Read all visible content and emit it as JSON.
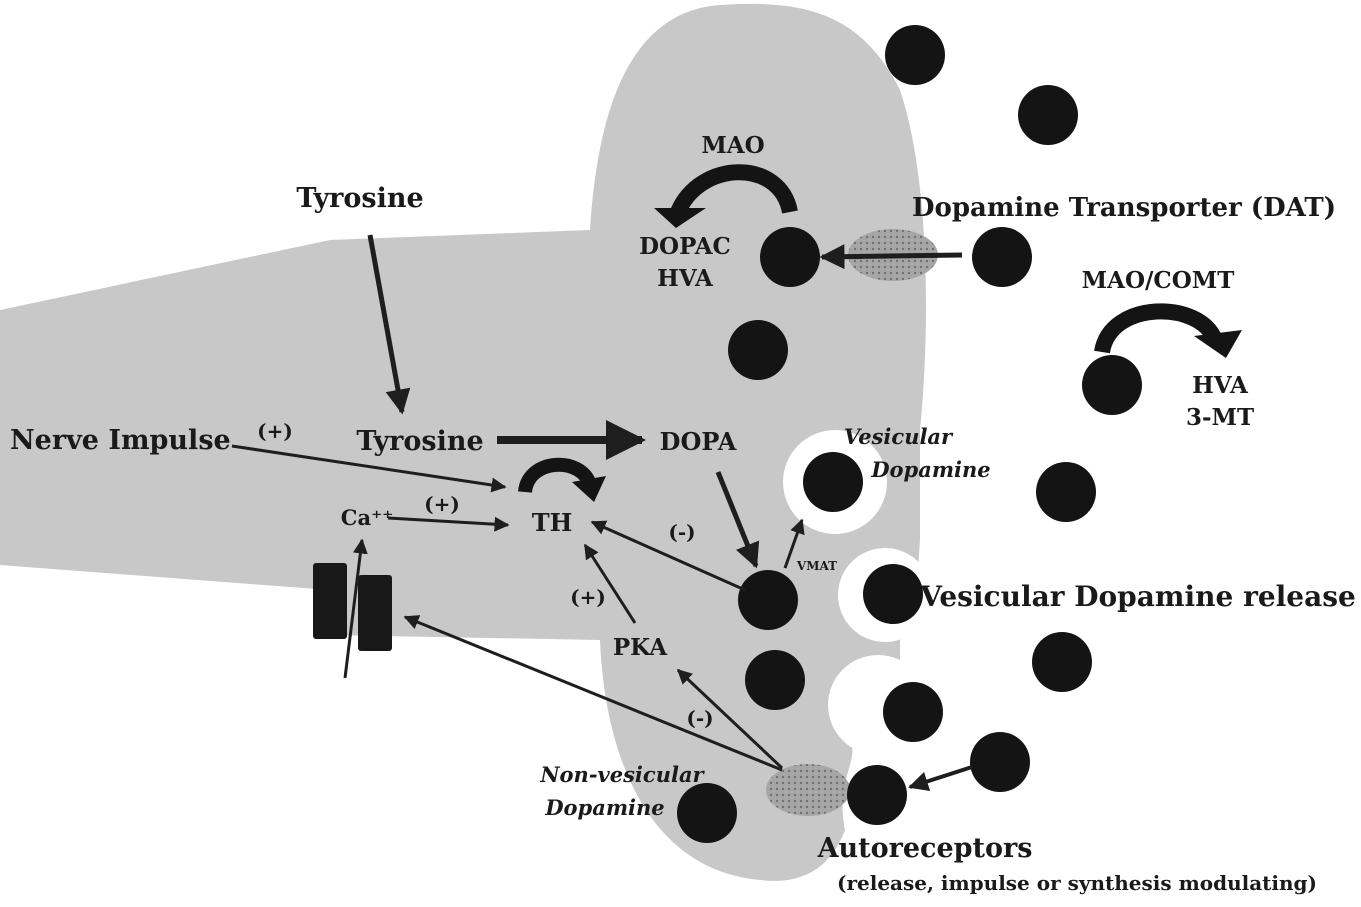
{
  "labels": {
    "tyrosine_outside": "Tyrosine",
    "tyrosine_inside": "Tyrosine",
    "dopa": "DOPA",
    "th": "TH",
    "nerve_impulse": "Nerve Impulse",
    "plus_impulse": "(+)",
    "plus_ca": "(+)",
    "ca": "Ca⁺⁺",
    "plus_pka": "(+)",
    "minus_vesicle": "(-)",
    "minus_autoreceptor": "(-)",
    "pka": "PKA",
    "vmat": "VMAT",
    "mao": "MAO",
    "dopac": "DOPAC",
    "hva_inside": "HVA",
    "dat": "Dopamine Transporter (DAT)",
    "mao_comt": "MAO/COMT",
    "hva_outside": "HVA",
    "three_mt": "3-MT",
    "vesicular_1": "Vesicular",
    "vesicular_2": "Dopamine",
    "vesicular_release": "Vesicular Dopamine release",
    "nonvesicular_1": "Non-vesicular",
    "nonvesicular_2": "Dopamine",
    "autoreceptors": "Autoreceptors",
    "autoreceptors_sub": "(release, impulse or synthesis modulating)"
  },
  "colors": {
    "neuron": "#c8c8c8",
    "dopamine": "#141414",
    "arrow": "#1e1e1e",
    "receptor": "#8e8e8e",
    "channel": "#181818"
  }
}
